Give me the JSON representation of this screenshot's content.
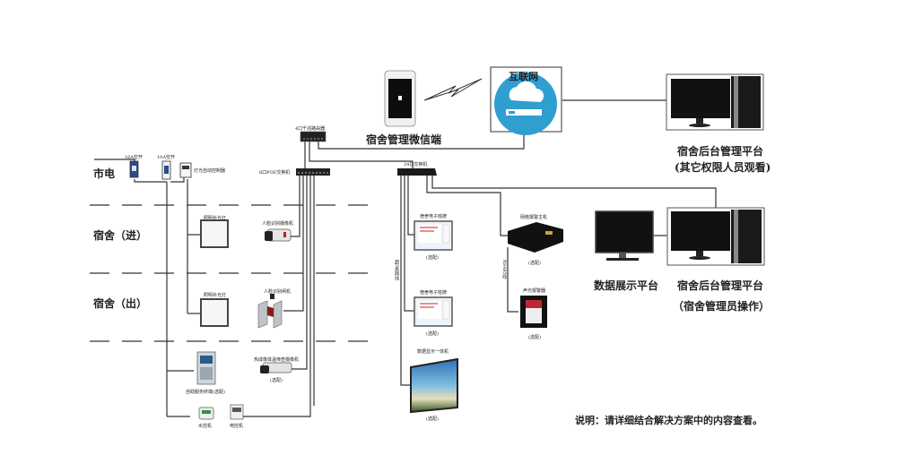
{
  "zones": {
    "mains": "市电",
    "dorm_in": "宿舍（进）",
    "dorm_out": "宿舍（出）"
  },
  "power": {
    "breaker_16a": "16A空开",
    "breaker_10a": "10A空开",
    "light_controller": "灯光自动控制器"
  },
  "network": {
    "router": "4口千兆路由器",
    "poe_switch": "8口POE交换机",
    "switch_24": "24口交换机",
    "cable_label": "超5类网线",
    "rs485_label": "RS485线"
  },
  "cloud": {
    "internet": "互联网",
    "wechat": "宿舍管理微信端"
  },
  "devices": {
    "fill_light_in": "照明补光灯",
    "fill_light_out": "照明补光灯",
    "face_camera": "人脸识别摄像机",
    "face_gate": "人脸识别闸机",
    "thermal_camera": "热成像体温筛查摄像机",
    "thermal_optional": "(选配)",
    "kiosk": "自助服务终端(选配)",
    "water_meter": "水控机",
    "power_meter": "电控机",
    "eboard_1": "宿舍电子班牌",
    "eboard_1_optional": "(选配)",
    "eboard_2": "宿舍电子班牌",
    "eboard_2_optional": "(选配)",
    "display_all": "数据显示一体机",
    "display_all_optional": "(选配)",
    "alarm_host": "网络报警主机",
    "alarm_host_optional": "(选配)",
    "siren": "声光报警器",
    "siren_optional": "(选配)"
  },
  "platforms": {
    "backend_top_title": "宿舍后台管理平台",
    "backend_top_sub": "(其它权限人员观看)",
    "data_display": "数据展示平台",
    "backend_bottom_title": "宿舍后台管理平台",
    "backend_bottom_sub": "（宿舍管理员操作）"
  },
  "note": "说明：请详细结合解决方案中的内容查看。",
  "colors": {
    "line": "#333333",
    "dash": "#555555",
    "cloud_blue": "#2e9fd0",
    "siren_red": "#c0262d"
  }
}
